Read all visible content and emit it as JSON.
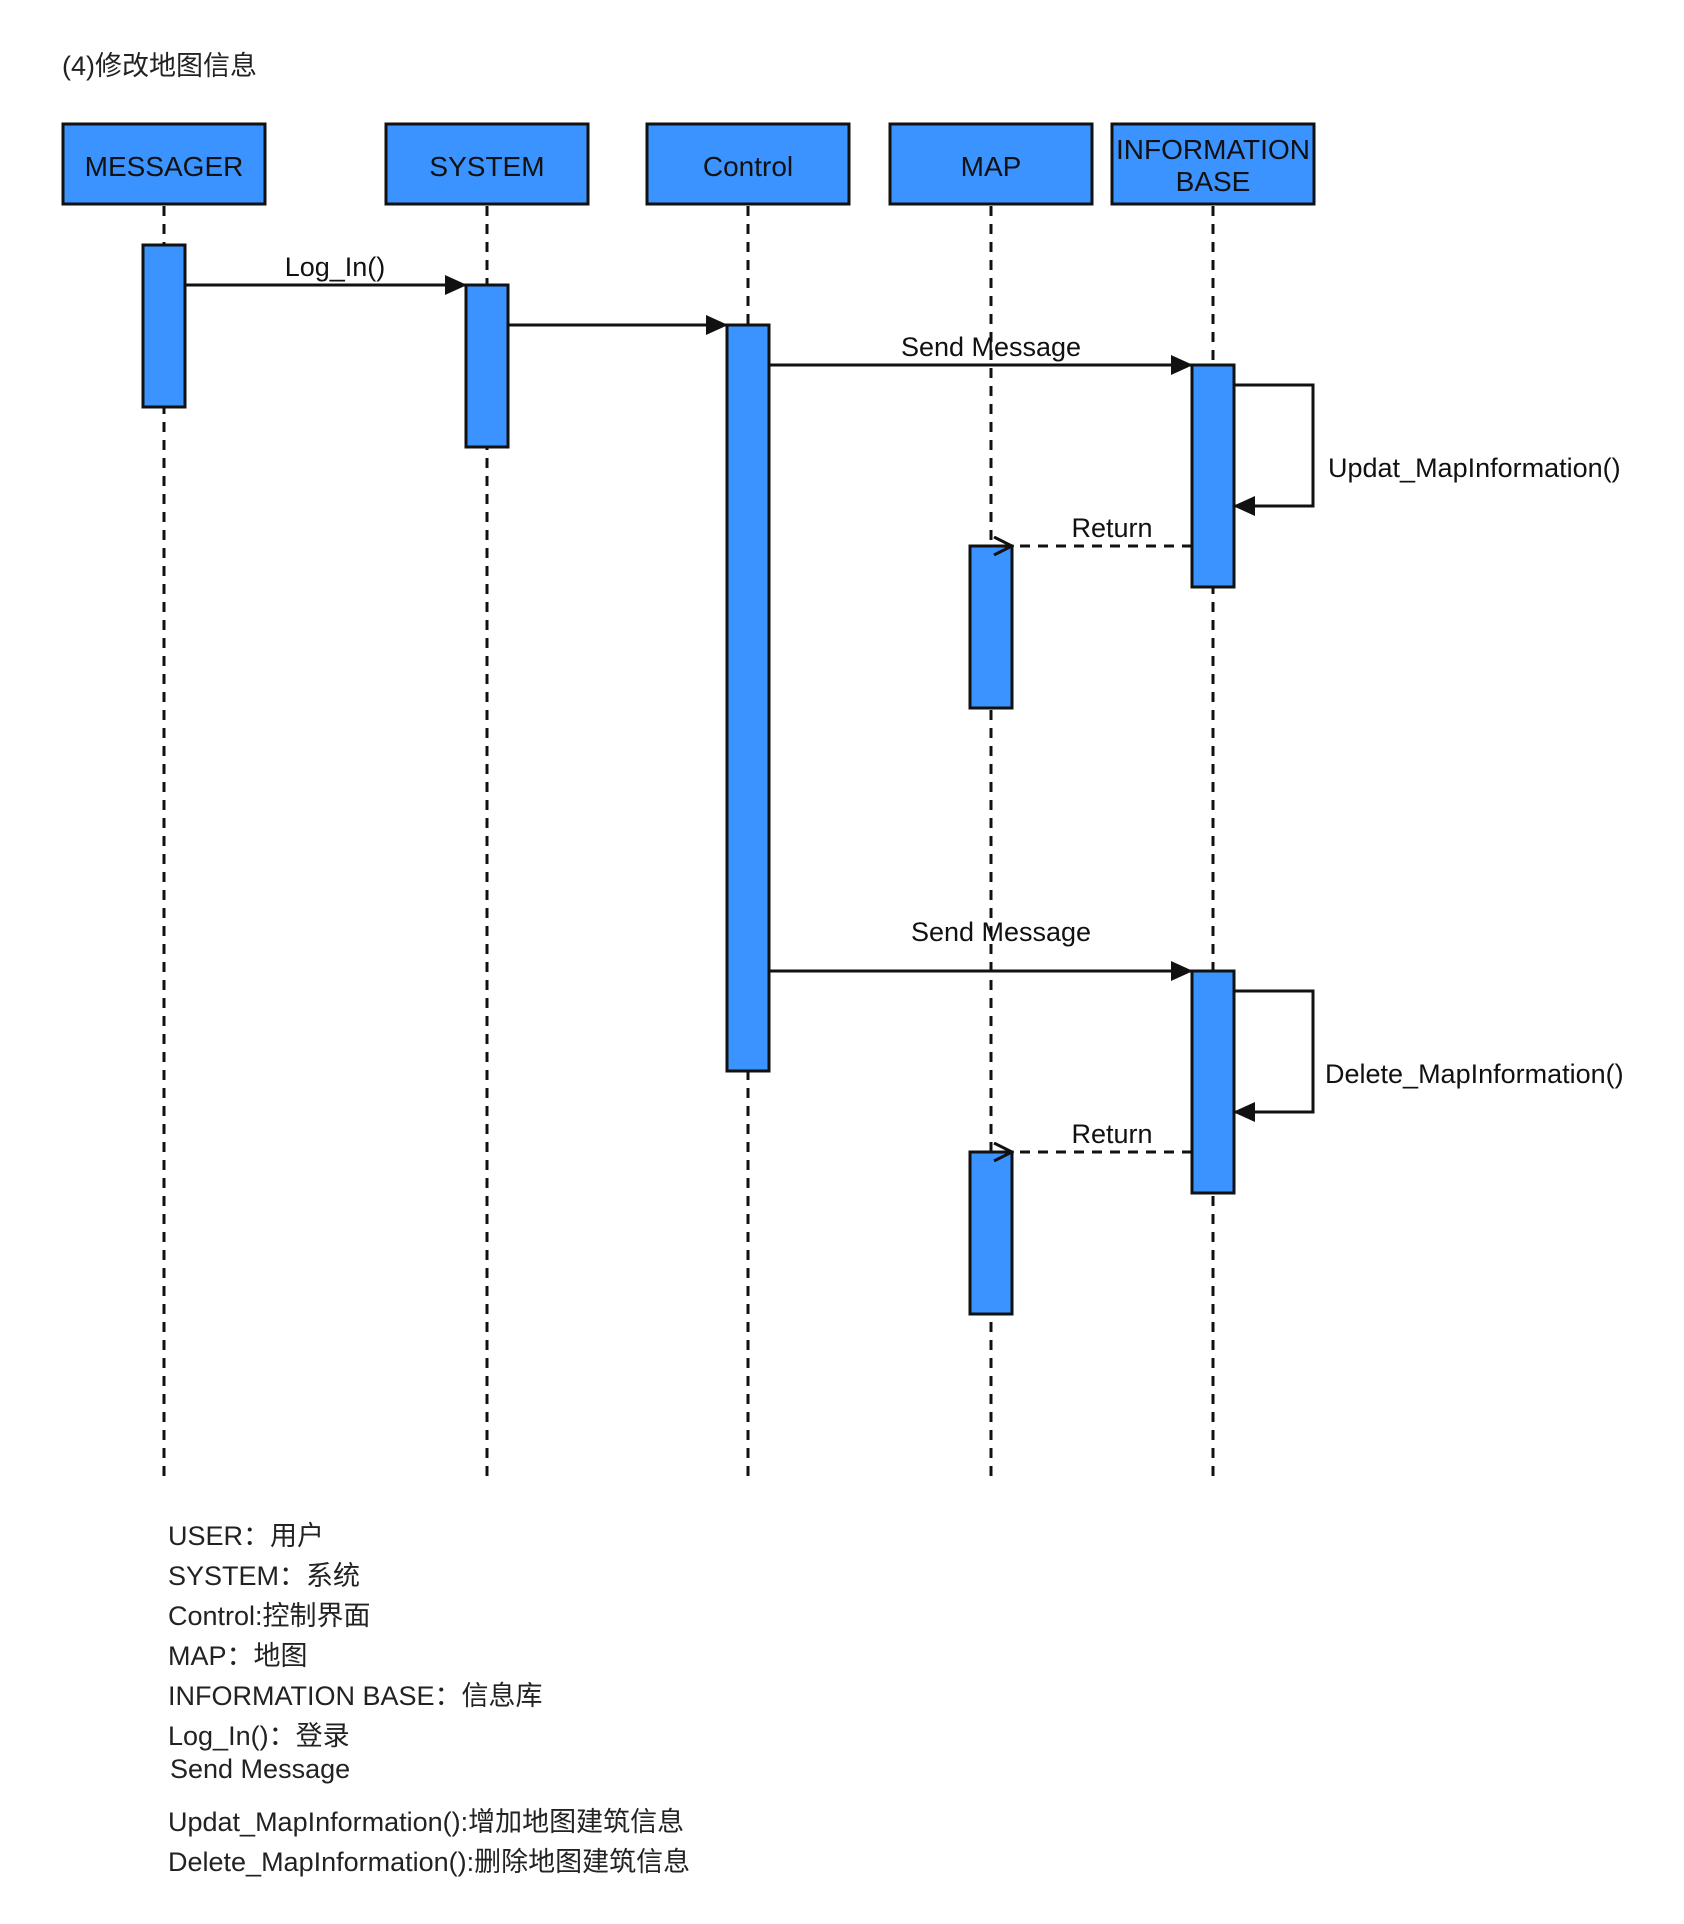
{
  "title": "(4)修改地图信息",
  "colors": {
    "fill": "#3b93ff",
    "stroke": "#111111"
  },
  "participants": [
    {
      "id": "messager",
      "lines": [
        "MESSAGER"
      ]
    },
    {
      "id": "system",
      "lines": [
        "SYSTEM"
      ]
    },
    {
      "id": "control",
      "lines": [
        "Control"
      ]
    },
    {
      "id": "map",
      "lines": [
        "MAP"
      ]
    },
    {
      "id": "info-base",
      "lines": [
        "INFORMATION",
        "BASE"
      ]
    }
  ],
  "messages": {
    "log_in": "Log_In()",
    "send_message_1": "Send Message",
    "updat": "Updat_MapInformation()",
    "return_1": "Return",
    "send_message_2": "Send Message",
    "delete": "Delete_MapInformation()",
    "return_2": "Return"
  },
  "legend": [
    "USER：用户",
    "SYSTEM：系统",
    "Control:控制界面",
    "MAP：地图",
    "INFORMATION BASE：信息库",
    "Log_In()：登录",
    "Send Message",
    "Updat_MapInformation():增加地图建筑信息",
    "Delete_MapInformation():删除地图建筑信息"
  ]
}
